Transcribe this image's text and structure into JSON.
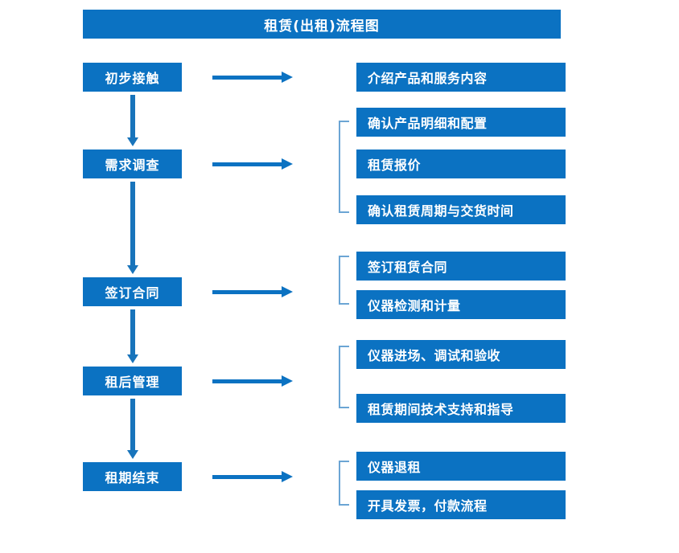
{
  "diagram": {
    "title": "租赁(出租)流程图",
    "accent_color": "#0b72c2",
    "bracket_color": "#6ba5d4",
    "text_color": "#ffffff",
    "background_color": "#ffffff"
  },
  "stages": [
    {
      "label": "初步接触"
    },
    {
      "label": "需求调查"
    },
    {
      "label": "签订合同"
    },
    {
      "label": "租后管理"
    },
    {
      "label": "租期结束"
    }
  ],
  "details": [
    {
      "label": "介绍产品和服务内容"
    },
    {
      "label": "确认产品明细和配置"
    },
    {
      "label": "租赁报价"
    },
    {
      "label": "确认租赁周期与交货时间"
    },
    {
      "label": "签订租赁合同"
    },
    {
      "label": "仪器检测和计量"
    },
    {
      "label": "仪器进场、调试和验收"
    },
    {
      "label": "租赁期间技术支持和指导"
    },
    {
      "label": "仪器退租"
    },
    {
      "label": "开具发票，付款流程"
    }
  ],
  "connectors": {
    "horizontal_arrow_count": 5,
    "vertical_arrow_count": 4,
    "bracket_count": 4
  }
}
